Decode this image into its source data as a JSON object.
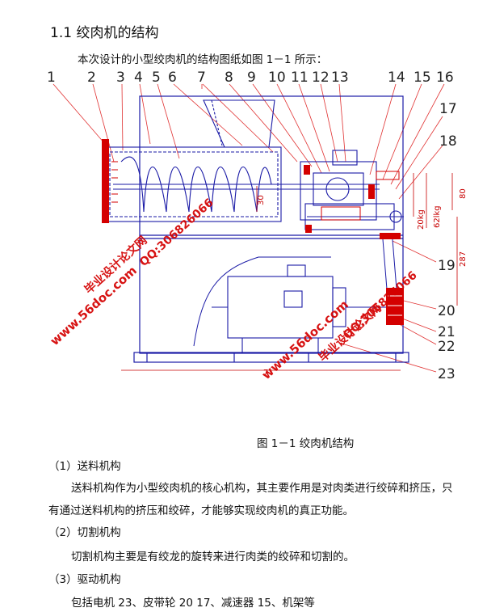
{
  "heading": "1.1 绞肉机的结构",
  "intro": "本次设计的小型绞肉机的结构图纸如图 1－1 所示：",
  "figure": {
    "callouts_top": [
      "1",
      "2",
      "3",
      "4",
      "5",
      "6",
      "7",
      "8",
      "9",
      "10",
      "11",
      "12",
      "13",
      "14",
      "15",
      "16"
    ],
    "callouts_right": [
      "17",
      "18",
      "19",
      "20",
      "21",
      "22",
      "23"
    ],
    "dims": [
      "30",
      "80",
      "62lkg",
      "20kg",
      "287",
      "7"
    ],
    "watermark": {
      "left_site": "www.56doc.com",
      "left_qq": "QQ:306826066",
      "left_brand": "毕业设计论文网",
      "right_site": "www.56doc.com",
      "right_qq": "QQ:306826066",
      "right_brand": "毕业设计论文网"
    },
    "caption": "图 1－1 绞肉机结构"
  },
  "sections": [
    {
      "title": "（1）送料机构",
      "lines": [
        "送料机构作为小型绞肉机的核心机构，其主要作用是对肉类进行绞碎和挤压，只",
        "有通过送料机构的挤压和绞碎，才能够实现绞肉机的真正功能。"
      ]
    },
    {
      "title": "（2）切割机构",
      "lines": [
        "切割机构主要是有绞龙的旋转来进行肉类的绞碎和切割的。"
      ]
    },
    {
      "title": "（3）驱动机构",
      "lines": [
        "包括电机 23、皮带轮 20 17、减速器 15、机架等"
      ]
    }
  ],
  "colors": {
    "line": "#1a1aa6",
    "red": "#d40000",
    "dim": "#c80000",
    "text": "#111111"
  }
}
